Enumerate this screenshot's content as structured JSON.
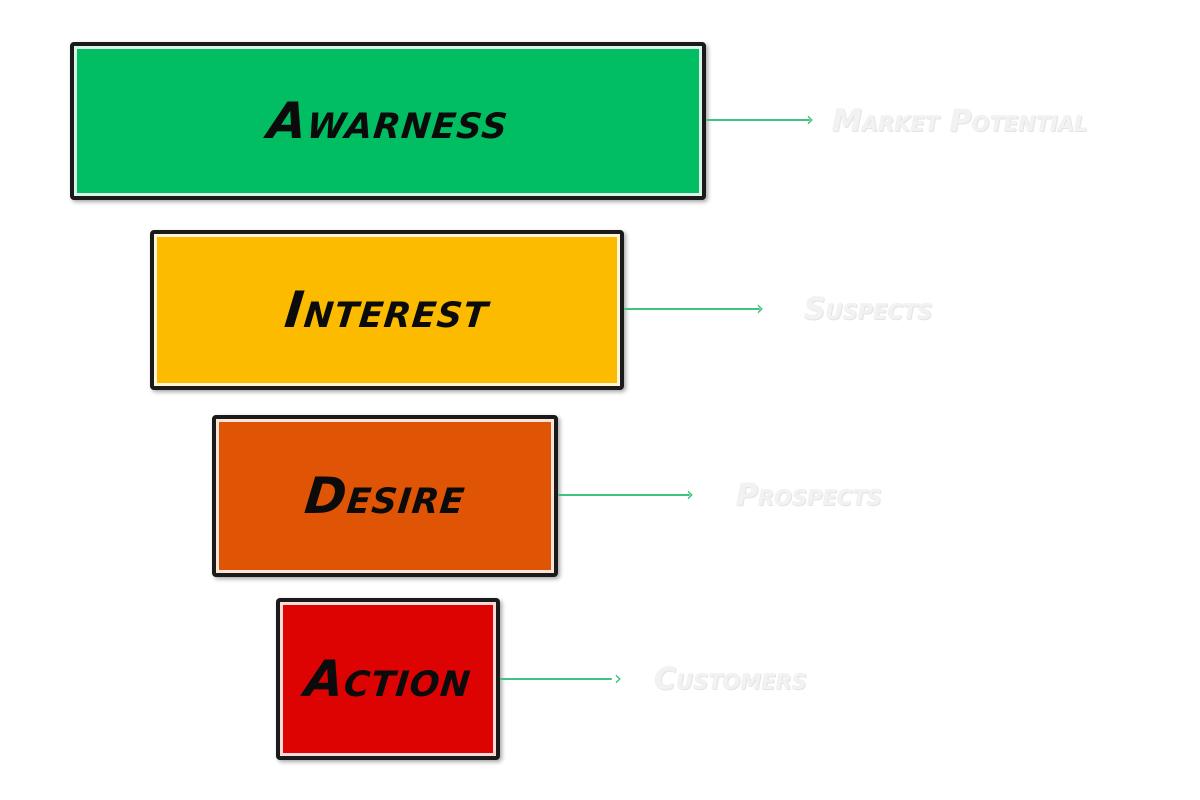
{
  "colors": {
    "awareness": "#02be63",
    "interest": "#fdbb00",
    "desire": "#e05406",
    "action": "#de0303",
    "connector": "#3ec47c",
    "border": "#1a1a1a"
  },
  "funnel": {
    "stages": [
      {
        "label": "Awarness",
        "outcome": "Market Potential"
      },
      {
        "label": "Interest",
        "outcome": "Suspects"
      },
      {
        "label": "Desire",
        "outcome": "Prospects"
      },
      {
        "label": "Action",
        "outcome": "Customers"
      }
    ]
  }
}
